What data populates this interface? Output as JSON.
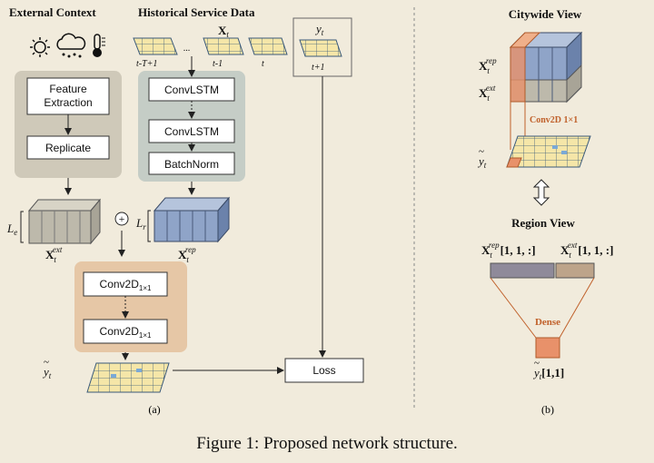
{
  "figure": {
    "caption": "Figure 1: Proposed network structure."
  },
  "panel_a": {
    "label": "(a)",
    "external_context_title": "External Context",
    "historical_title": "Historical Service Data",
    "weather_icons": [
      "sun-icon",
      "rain-cloud-icon",
      "thermometer-icon"
    ],
    "feature_extraction_line1": "Feature",
    "feature_extraction_line2": "Extraction",
    "replicate": "Replicate",
    "x_t": "X",
    "x_t_sub": "t",
    "time_labels": [
      "t-T+1",
      "...",
      "t-1",
      "t"
    ],
    "convlstm_1": "ConvLSTM",
    "convlstm_2": "ConvLSTM",
    "batchnorm": "BatchNorm",
    "y_t_top": "y",
    "y_t_top_sub": "t",
    "t_plus_1": "t+1",
    "le_label": "L",
    "le_sub": "e",
    "lr_label": "L",
    "lr_sub": "r",
    "xext_base": "X",
    "xext_sub": "t",
    "xext_sup": "ext",
    "xrep_base": "X",
    "xrep_sub": "t",
    "xrep_sup": "rep",
    "plus": "+",
    "conv2d_1": "Conv2D",
    "conv2d_2": "Conv2D",
    "conv_sub": "1×1",
    "yhat": "y",
    "yhat_sub": "t",
    "loss": "Loss"
  },
  "panel_b": {
    "label": "(b)",
    "citywide_title": "Citywide View",
    "xrep_base": "X",
    "xrep_sub": "t",
    "xrep_sup": "rep",
    "xext_base": "X",
    "xext_sub": "t",
    "xext_sup": "ext",
    "conv_label": "Conv2D 1×1",
    "yhat": "y",
    "yhat_sub": "t",
    "region_title": "Region View",
    "rep_index": "[1, 1, :]",
    "ext_index": "[1, 1, :]",
    "dense": "Dense",
    "yhat_index": "[1,1]"
  },
  "colors": {
    "gray_panel": "#cfc9b9",
    "slate_panel": "#c5cdc6",
    "orange_panel": "#e6c7a6",
    "rep_block": "#8fa4c8",
    "ext_block": "#bdb9ab",
    "accent_orange": "#e8916a",
    "grid_fill": "#f5e6a8",
    "grid_line": "#3a5a7a"
  }
}
